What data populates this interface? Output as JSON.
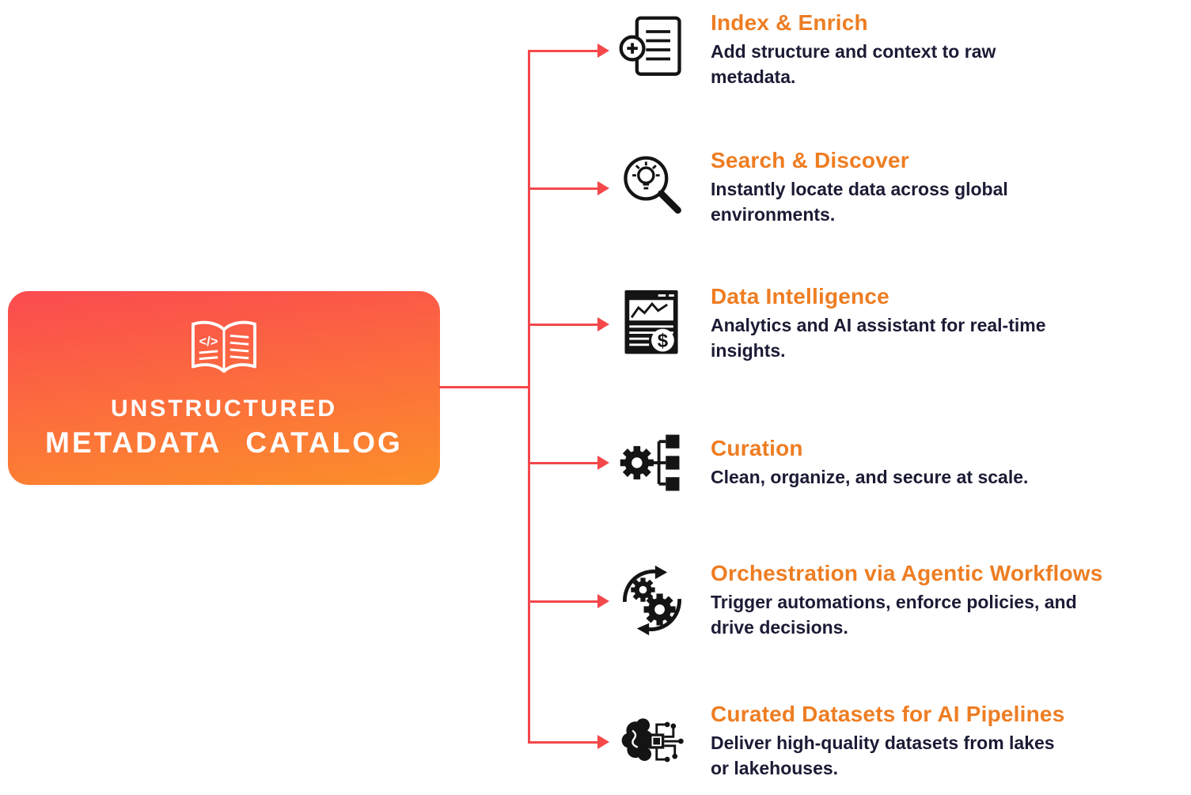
{
  "root_node": {
    "line1": "UNSTRUCTURED",
    "line2": "METADATA CATALOG",
    "icon": "open-book-code-icon"
  },
  "features": [
    {
      "title": "Index & Enrich",
      "description": "Add structure and context to raw\nmetadata.",
      "icon": "document-plus-icon"
    },
    {
      "title": "Search & Discover",
      "description": "Instantly locate data across global\nenvironments.",
      "icon": "search-lightbulb-icon"
    },
    {
      "title": "Data Intelligence",
      "description": "Analytics and AI assistant for real-time\ninsights.",
      "icon": "analytics-report-icon"
    },
    {
      "title": "Curation",
      "description": "Clean, organize, and secure at scale.",
      "icon": "gear-hierarchy-icon"
    },
    {
      "title": "Orchestration via Agentic Workflows",
      "description": "Trigger automations, enforce policies, and\ndrive decisions.",
      "icon": "gears-cycle-icon"
    },
    {
      "title": "Curated Datasets for AI Pipelines",
      "description": "Deliver high-quality datasets from lakes\nor lakehouses.",
      "icon": "brain-circuit-icon"
    }
  ],
  "colors": {
    "title_orange": "#EE7D22",
    "description_dark": "#1B1B35",
    "connector_red": "#F4484B",
    "root_gradient_top": "#FB4A50",
    "root_gradient_bottom": "#FC8F2A"
  }
}
